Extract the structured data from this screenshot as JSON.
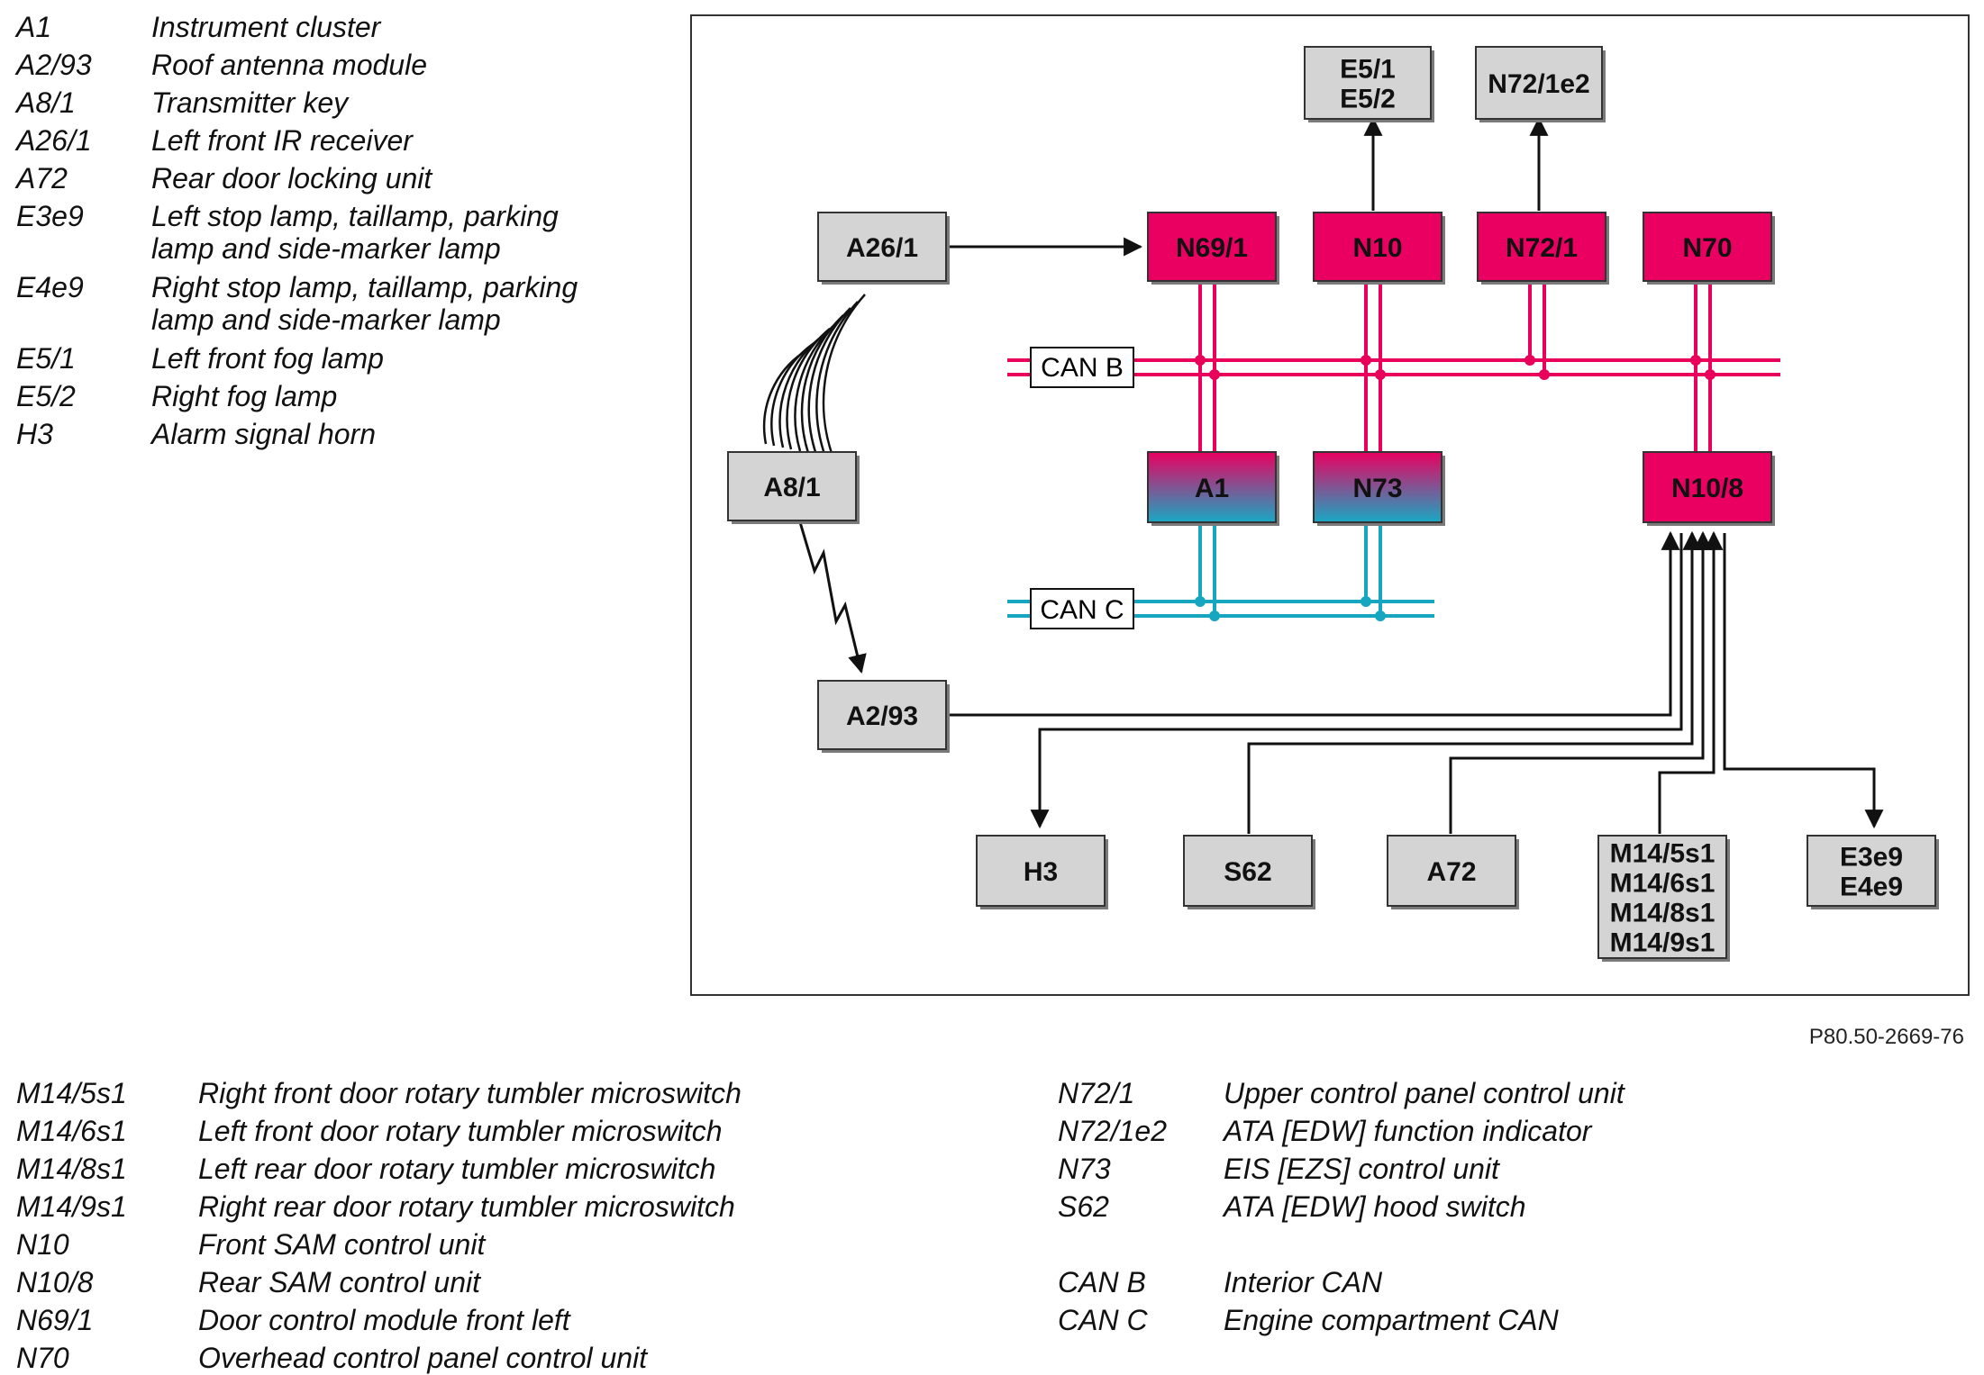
{
  "legend_top": [
    {
      "code": "A1",
      "desc": [
        "Instrument cluster"
      ]
    },
    {
      "code": "A2/93",
      "desc": [
        "Roof antenna module"
      ]
    },
    {
      "code": "A8/1",
      "desc": [
        "Transmitter key"
      ]
    },
    {
      "code": "A26/1",
      "desc": [
        "Left front IR receiver"
      ]
    },
    {
      "code": "A72",
      "desc": [
        "Rear door locking unit"
      ]
    },
    {
      "code": "E3e9",
      "desc": [
        "Left stop lamp, taillamp, parking",
        "lamp and side-marker lamp"
      ]
    },
    {
      "code": "E4e9",
      "desc": [
        "Right stop lamp, taillamp, parking",
        "lamp and side-marker lamp"
      ]
    },
    {
      "code": "E5/1",
      "desc": [
        "Left front fog lamp"
      ]
    },
    {
      "code": "E5/2",
      "desc": [
        "Right fog lamp"
      ]
    },
    {
      "code": "H3",
      "desc": [
        "Alarm signal horn"
      ]
    }
  ],
  "legend_bottom_left": [
    {
      "code": "M14/5s1",
      "desc": "Right front door rotary tumbler microswitch"
    },
    {
      "code": "M14/6s1",
      "desc": "Left front door rotary tumbler microswitch"
    },
    {
      "code": "M14/8s1",
      "desc": "Left rear door rotary tumbler microswitch"
    },
    {
      "code": "M14/9s1",
      "desc": "Right rear door rotary tumbler microswitch"
    },
    {
      "code": "N10",
      "desc": "Front SAM control unit"
    },
    {
      "code": "N10/8",
      "desc": "Rear SAM control unit"
    },
    {
      "code": "N69/1",
      "desc": "Door control module front left"
    },
    {
      "code": "N70",
      "desc": "Overhead control panel control unit"
    }
  ],
  "legend_bottom_right": [
    {
      "code": "N72/1",
      "desc": "Upper control panel control unit"
    },
    {
      "code": "N72/1e2",
      "desc": "ATA [EDW] function indicator"
    },
    {
      "code": "N73",
      "desc": "EIS [EZS] control unit"
    },
    {
      "code": "S62",
      "desc": "ATA [EDW] hood switch"
    },
    {
      "code": "",
      "desc": ""
    },
    {
      "code": "CAN B",
      "desc": "Interior CAN"
    },
    {
      "code": "CAN C",
      "desc": "Engine compartment CAN"
    }
  ],
  "reference": "P80.50-2669-76",
  "colors": {
    "can_b": "#e8005a",
    "can_c": "#16a6c0",
    "gray_box": "#d4d4d4",
    "pink_box": "#ea0060"
  },
  "diagram": {
    "buses": {
      "can_b": "CAN B",
      "can_c": "CAN C"
    },
    "boxes": [
      {
        "id": "e5",
        "lines": [
          "E5/1",
          "E5/2"
        ],
        "style": "gray"
      },
      {
        "id": "n72e2",
        "lines": [
          "N72/1e2"
        ],
        "style": "gray"
      },
      {
        "id": "a26",
        "lines": [
          "A26/1"
        ],
        "style": "gray"
      },
      {
        "id": "n69",
        "lines": [
          "N69/1"
        ],
        "style": "pink"
      },
      {
        "id": "n10",
        "lines": [
          "N10"
        ],
        "style": "pink"
      },
      {
        "id": "n72",
        "lines": [
          "N72/1"
        ],
        "style": "pink"
      },
      {
        "id": "n70",
        "lines": [
          "N70"
        ],
        "style": "pink"
      },
      {
        "id": "a8",
        "lines": [
          "A8/1"
        ],
        "style": "gray"
      },
      {
        "id": "a1",
        "lines": [
          "A1"
        ],
        "style": "gradient"
      },
      {
        "id": "n73",
        "lines": [
          "N73"
        ],
        "style": "gradient"
      },
      {
        "id": "n108",
        "lines": [
          "N10/8"
        ],
        "style": "pink"
      },
      {
        "id": "a293",
        "lines": [
          "A2/93"
        ],
        "style": "gray"
      },
      {
        "id": "h3",
        "lines": [
          "H3"
        ],
        "style": "gray"
      },
      {
        "id": "s62",
        "lines": [
          "S62"
        ],
        "style": "gray"
      },
      {
        "id": "a72",
        "lines": [
          "A72"
        ],
        "style": "gray"
      },
      {
        "id": "m14",
        "lines": [
          "M14/5s1",
          "M14/6s1",
          "M14/8s1",
          "M14/9s1"
        ],
        "style": "gray"
      },
      {
        "id": "e3",
        "lines": [
          "E3e9",
          "E4e9"
        ],
        "style": "gray"
      }
    ]
  }
}
